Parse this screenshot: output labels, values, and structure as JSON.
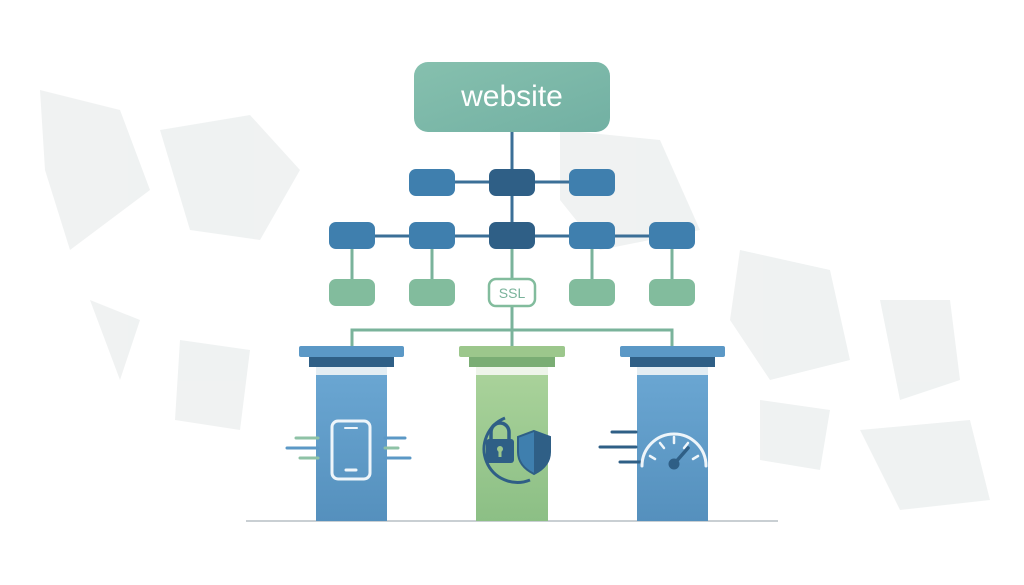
{
  "root": {
    "label": "website"
  },
  "ssl": {
    "label": "SSL"
  },
  "pillars": [
    {
      "icon": "mobile-phone-icon",
      "theme": "blue"
    },
    {
      "icon": "padlock-shield-icon",
      "theme": "green"
    },
    {
      "icon": "speedometer-icon",
      "theme": "blue"
    }
  ],
  "colors": {
    "root_fill": "#7eb9a9",
    "node_dark": "#2f5f86",
    "node_mid": "#3f7fae",
    "node_green": "#82bc9d",
    "pillar_blue": "#5b98c6",
    "pillar_green": "#9cc78c",
    "icon_stroke": "#e9f3fa",
    "icon_dark": "#2f5f86"
  }
}
